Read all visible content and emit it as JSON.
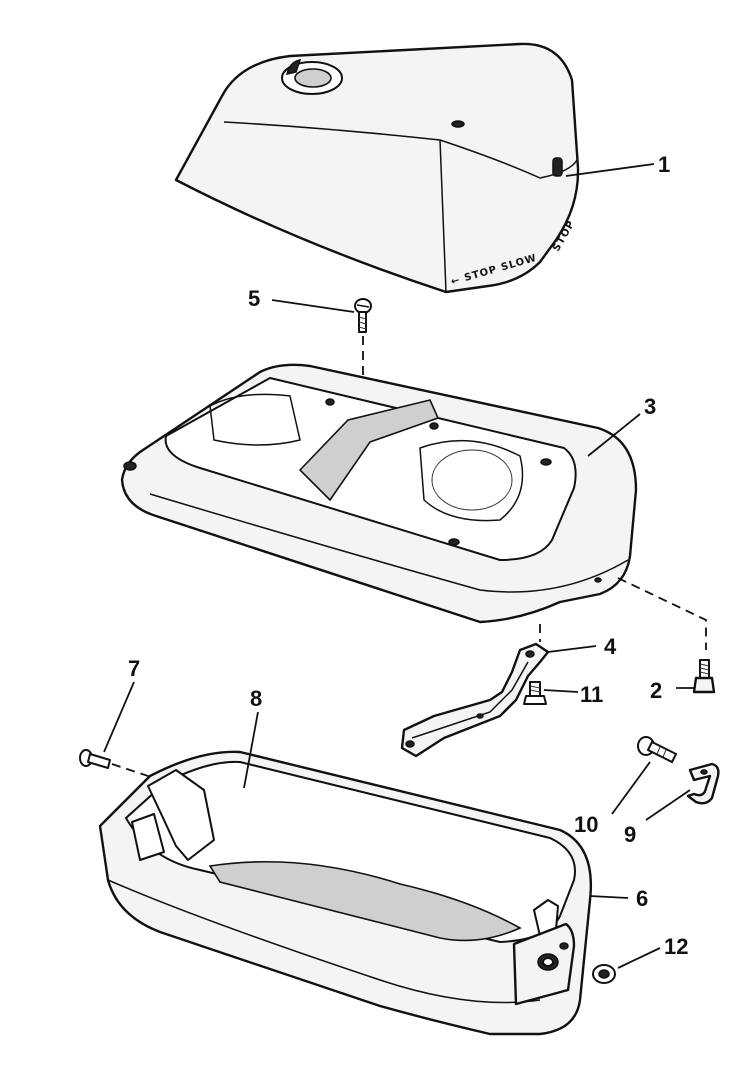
{
  "callouts": [
    {
      "id": "1",
      "label": "1"
    },
    {
      "id": "2",
      "label": "2"
    },
    {
      "id": "3",
      "label": "3"
    },
    {
      "id": "4",
      "label": "4"
    },
    {
      "id": "5",
      "label": "5"
    },
    {
      "id": "6",
      "label": "6"
    },
    {
      "id": "7",
      "label": "7"
    },
    {
      "id": "8",
      "label": "8"
    },
    {
      "id": "9",
      "label": "9"
    },
    {
      "id": "10",
      "label": "10"
    },
    {
      "id": "11",
      "label": "11"
    },
    {
      "id": "12",
      "label": "12"
    }
  ],
  "decal": {
    "front": "← STOP  SLOW",
    "side": "STOP"
  }
}
